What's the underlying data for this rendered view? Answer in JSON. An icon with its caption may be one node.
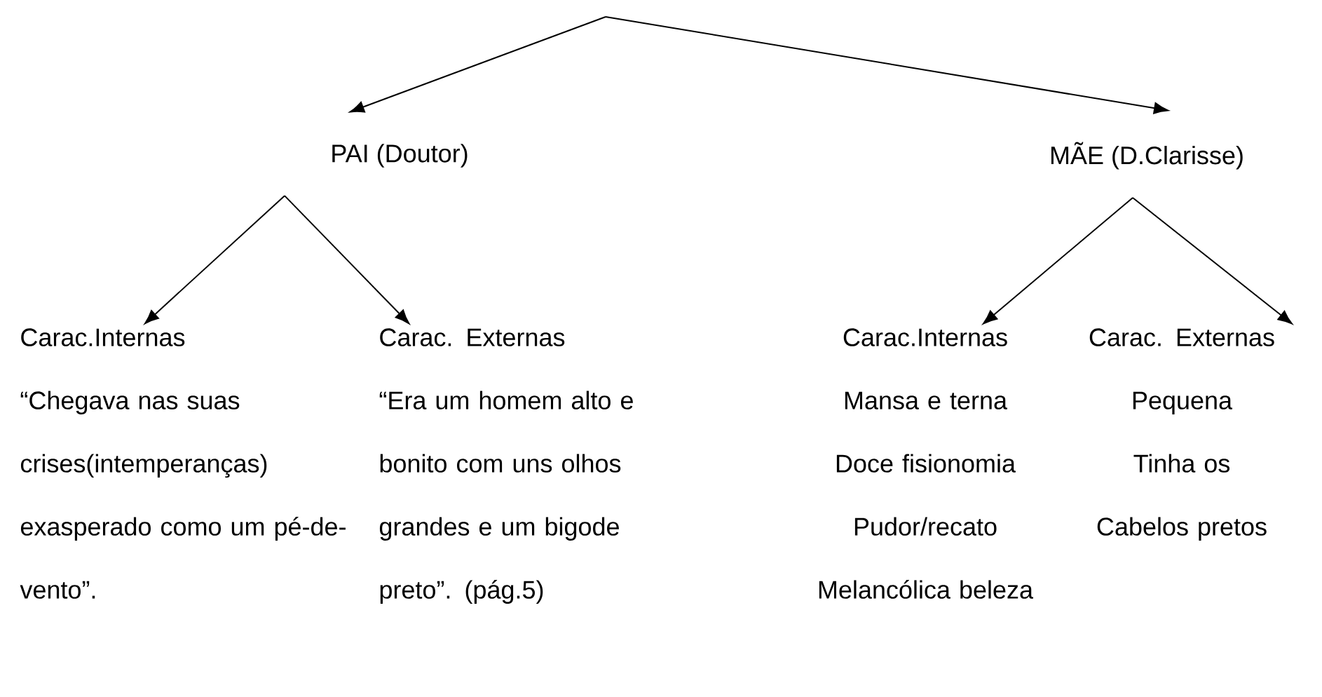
{
  "diagram": {
    "nodes": [
      {
        "text": [
          "PAI (Doutor)"
        ]
      },
      {
        "text": [
          "MÃE (D.Clarisse)"
        ]
      },
      {
        "text": [
          "Carac.Internas",
          "“Chegava nas suas crises(intemperanças) exasperado como um pé-de-vento”."
        ]
      },
      {
        "text": [
          "Carac. Externas",
          "“Era um homem alto e bonito com uns olhos grandes e um bigode preto”. (pág.5)"
        ]
      },
      {
        "text": [
          "Carac.Internas",
          "Mansa e terna",
          "Doce fisionomia",
          "Pudor/recato",
          "Melancólica beleza"
        ]
      },
      {
        "text": [
          "Carac. Externas",
          "Pequena",
          "Tinha os Cabelos pretos"
        ]
      }
    ],
    "edges": [
      {
        "from": null,
        "to": 0,
        "arrow": "to"
      },
      {
        "from": null,
        "to": 1,
        "arrow": "to"
      },
      {
        "from": 0,
        "to": 2,
        "arrow": "to"
      },
      {
        "from": 0,
        "to": 3,
        "arrow": "to"
      },
      {
        "from": 1,
        "to": 4,
        "arrow": "to"
      },
      {
        "from": 1,
        "to": 5,
        "arrow": "to"
      }
    ]
  }
}
